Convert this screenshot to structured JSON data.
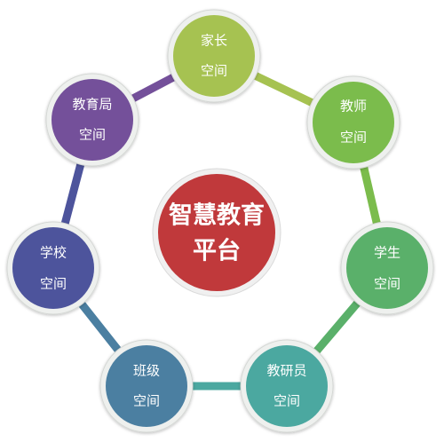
{
  "center": {
    "line1": "智慧教育",
    "line2": "平台",
    "color": "#c0393b"
  },
  "nodes": [
    {
      "line1": "家长",
      "line2": "空间",
      "color": "#a6c251"
    },
    {
      "line1": "教师",
      "line2": "空间",
      "color": "#7bbc4c"
    },
    {
      "line1": "学生",
      "line2": "空间",
      "color": "#5ab06a"
    },
    {
      "line1": "教研员",
      "line2": "空间",
      "color": "#4ba8a0"
    },
    {
      "line1": "班级",
      "line2": "空间",
      "color": "#4b7fa1"
    },
    {
      "line1": "学校",
      "line2": "空间",
      "color": "#4d549c"
    },
    {
      "line1": "教育局",
      "line2": "空间",
      "color": "#74509a"
    }
  ]
}
